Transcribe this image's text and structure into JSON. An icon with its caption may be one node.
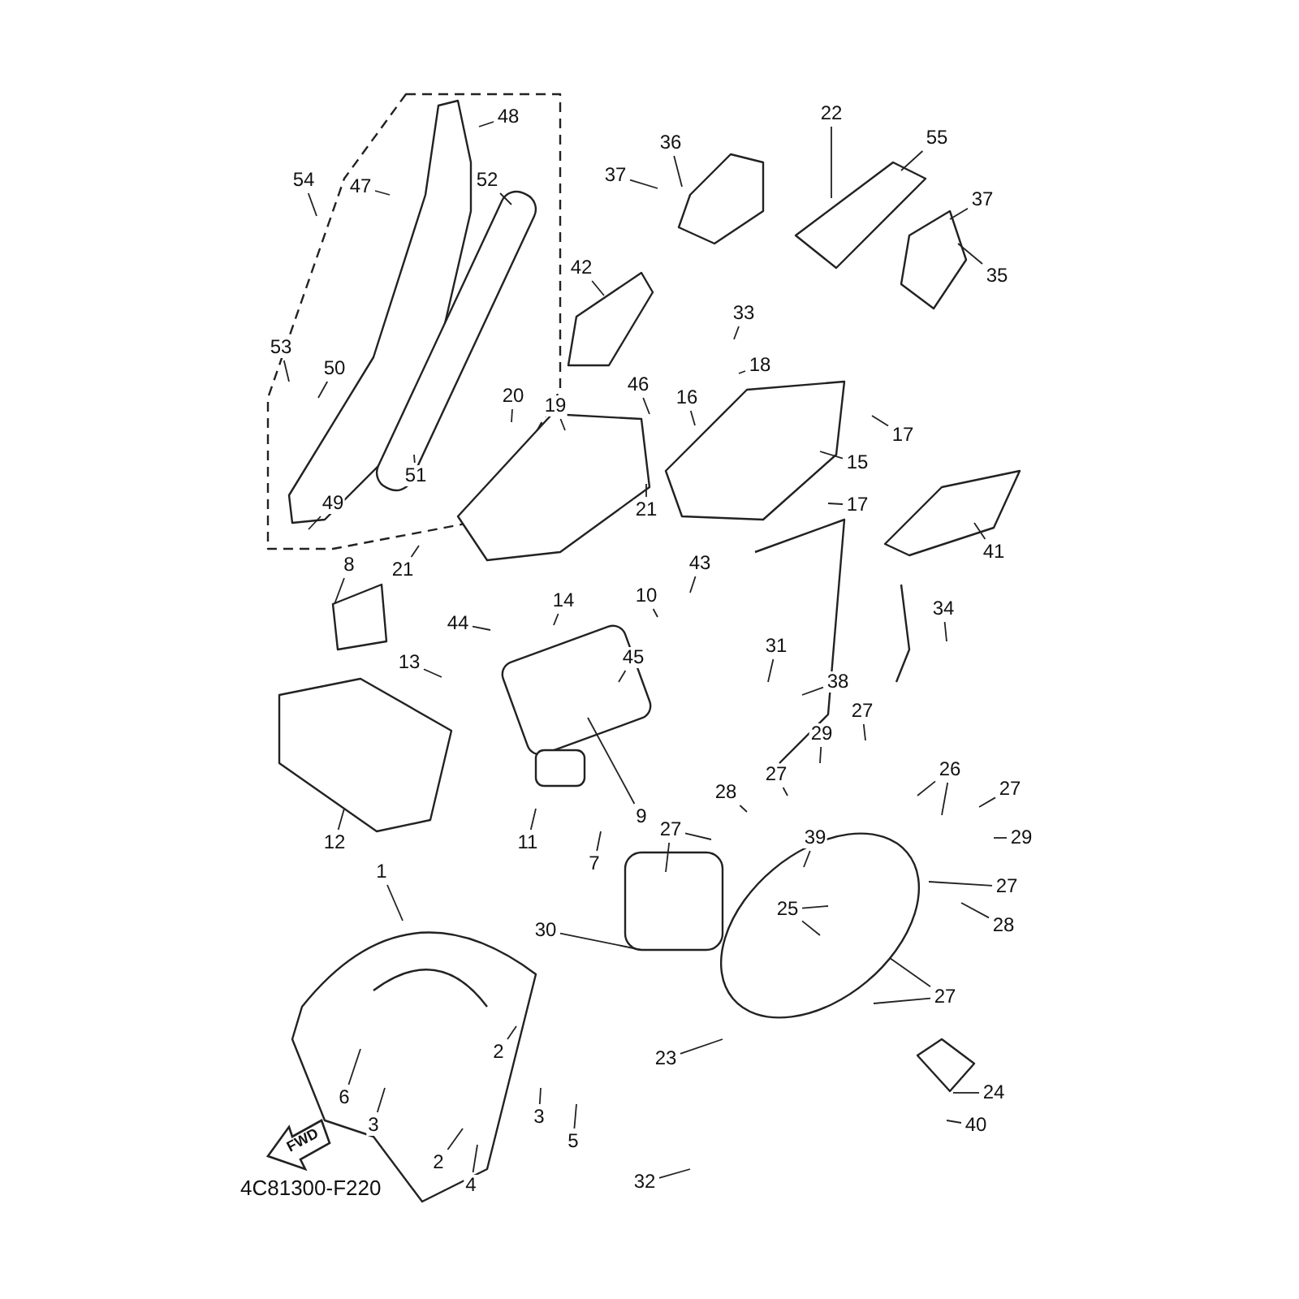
{
  "diagram": {
    "nodes": [
      {
        "text": [
          "1"
        ]
      },
      {
        "text": [
          "2"
        ]
      },
      {
        "text": [
          "2"
        ]
      },
      {
        "text": [
          "3"
        ]
      },
      {
        "text": [
          "3"
        ]
      },
      {
        "text": [
          "4"
        ]
      },
      {
        "text": [
          "5"
        ]
      },
      {
        "text": [
          "6"
        ]
      },
      {
        "text": [
          "7"
        ]
      },
      {
        "text": [
          "8"
        ]
      },
      {
        "text": [
          "9"
        ]
      },
      {
        "text": [
          "10"
        ]
      },
      {
        "text": [
          "11"
        ]
      },
      {
        "text": [
          "12"
        ]
      },
      {
        "text": [
          "13"
        ]
      },
      {
        "text": [
          "14"
        ]
      },
      {
        "text": [
          "15"
        ]
      },
      {
        "text": [
          "16"
        ]
      },
      {
        "text": [
          "17"
        ]
      },
      {
        "text": [
          "17"
        ]
      },
      {
        "text": [
          "18"
        ]
      },
      {
        "text": [
          "19"
        ]
      },
      {
        "text": [
          "20"
        ]
      },
      {
        "text": [
          "21"
        ]
      },
      {
        "text": [
          "21"
        ]
      },
      {
        "text": [
          "22"
        ]
      },
      {
        "text": [
          "23"
        ]
      },
      {
        "text": [
          "24"
        ]
      },
      {
        "text": [
          "25"
        ]
      },
      {
        "text": [
          "26"
        ]
      },
      {
        "text": [
          "27"
        ]
      },
      {
        "text": [
          "27"
        ]
      },
      {
        "text": [
          "27"
        ]
      },
      {
        "text": [
          "27"
        ]
      },
      {
        "text": [
          "27"
        ]
      },
      {
        "text": [
          "27"
        ]
      },
      {
        "text": [
          "28"
        ]
      },
      {
        "text": [
          "28"
        ]
      },
      {
        "text": [
          "29"
        ]
      },
      {
        "text": [
          "29"
        ]
      },
      {
        "text": [
          "30"
        ]
      },
      {
        "text": [
          "31"
        ]
      },
      {
        "text": [
          "32"
        ]
      },
      {
        "text": [
          "33"
        ]
      },
      {
        "text": [
          "34"
        ]
      },
      {
        "text": [
          "35"
        ]
      },
      {
        "text": [
          "36"
        ]
      },
      {
        "text": [
          "37"
        ]
      },
      {
        "text": [
          "37"
        ]
      },
      {
        "text": [
          "38"
        ]
      },
      {
        "text": [
          "39"
        ]
      },
      {
        "text": [
          "40"
        ]
      },
      {
        "text": [
          "41"
        ]
      },
      {
        "text": [
          "42"
        ]
      },
      {
        "text": [
          "43"
        ]
      },
      {
        "text": [
          "44"
        ]
      },
      {
        "text": [
          "45"
        ]
      },
      {
        "text": [
          "46"
        ]
      },
      {
        "text": [
          "47"
        ]
      },
      {
        "text": [
          "48"
        ]
      },
      {
        "text": [
          "49"
        ]
      },
      {
        "text": [
          "50"
        ]
      },
      {
        "text": [
          "51"
        ]
      },
      {
        "text": [
          "52"
        ]
      },
      {
        "text": [
          "53"
        ]
      },
      {
        "text": [
          "54"
        ]
      },
      {
        "text": [
          "55"
        ]
      }
    ],
    "edges": [
      {
        "from": 0,
        "to": null,
        "arrow": "none"
      },
      {
        "from": 1,
        "to": null,
        "arrow": "none"
      },
      {
        "from": 2,
        "to": null,
        "arrow": "none"
      },
      {
        "from": 3,
        "to": null,
        "arrow": "none"
      },
      {
        "from": 4,
        "to": null,
        "arrow": "none"
      },
      {
        "from": 5,
        "to": null,
        "arrow": "none"
      },
      {
        "from": 6,
        "to": null,
        "arrow": "none"
      },
      {
        "from": 7,
        "to": null,
        "arrow": "none"
      },
      {
        "from": 8,
        "to": null,
        "arrow": "none"
      },
      {
        "from": 9,
        "to": null,
        "arrow": "none"
      },
      {
        "from": 10,
        "to": null,
        "arrow": "none"
      },
      {
        "from": 11,
        "to": null,
        "arrow": "none"
      },
      {
        "from": 12,
        "to": null,
        "arrow": "none"
      },
      {
        "from": 13,
        "to": null,
        "arrow": "none"
      },
      {
        "from": 14,
        "to": null,
        "arrow": "none"
      },
      {
        "from": 15,
        "to": null,
        "arrow": "none"
      },
      {
        "from": 16,
        "to": null,
        "arrow": "none"
      },
      {
        "from": 17,
        "to": null,
        "arrow": "none"
      },
      {
        "from": 18,
        "to": null,
        "arrow": "none"
      },
      {
        "from": 19,
        "to": null,
        "arrow": "none"
      },
      {
        "from": 20,
        "to": null,
        "arrow": "none"
      },
      {
        "from": 21,
        "to": null,
        "arrow": "none"
      },
      {
        "from": 22,
        "to": null,
        "arrow": "none"
      },
      {
        "from": 23,
        "to": null,
        "arrow": "none"
      },
      {
        "from": 24,
        "to": null,
        "arrow": "none"
      },
      {
        "from": 25,
        "to": null,
        "arrow": "none"
      },
      {
        "from": 26,
        "to": null,
        "arrow": "none"
      },
      {
        "from": 27,
        "to": null,
        "arrow": "none"
      },
      {
        "from": 28,
        "to": null,
        "arrow": "none"
      },
      {
        "from": 28,
        "to": null,
        "arrow": "none"
      },
      {
        "from": 29,
        "to": null,
        "arrow": "none"
      },
      {
        "from": 29,
        "to": null,
        "arrow": "none"
      },
      {
        "from": 30,
        "to": null,
        "arrow": "none"
      },
      {
        "from": 31,
        "to": null,
        "arrow": "none"
      },
      {
        "from": 32,
        "to": null,
        "arrow": "none"
      },
      {
        "from": 32,
        "to": null,
        "arrow": "none"
      },
      {
        "from": 33,
        "to": null,
        "arrow": "none"
      },
      {
        "from": 34,
        "to": null,
        "arrow": "none"
      },
      {
        "from": 35,
        "to": null,
        "arrow": "none"
      },
      {
        "from": 35,
        "to": null,
        "arrow": "none"
      },
      {
        "from": 36,
        "to": null,
        "arrow": "none"
      },
      {
        "from": 37,
        "to": null,
        "arrow": "none"
      },
      {
        "from": 38,
        "to": null,
        "arrow": "none"
      },
      {
        "from": 39,
        "to": null,
        "arrow": "none"
      },
      {
        "from": 40,
        "to": null,
        "arrow": "none"
      },
      {
        "from": 41,
        "to": null,
        "arrow": "none"
      },
      {
        "from": 42,
        "to": null,
        "arrow": "none"
      },
      {
        "from": 43,
        "to": null,
        "arrow": "none"
      },
      {
        "from": 44,
        "to": null,
        "arrow": "none"
      },
      {
        "from": 45,
        "to": null,
        "arrow": "none"
      },
      {
        "from": 46,
        "to": null,
        "arrow": "none"
      },
      {
        "from": 47,
        "to": null,
        "arrow": "none"
      },
      {
        "from": 48,
        "to": null,
        "arrow": "none"
      },
      {
        "from": 49,
        "to": null,
        "arrow": "none"
      },
      {
        "from": 50,
        "to": null,
        "arrow": "none"
      },
      {
        "from": 51,
        "to": null,
        "arrow": "none"
      },
      {
        "from": 52,
        "to": null,
        "arrow": "none"
      },
      {
        "from": 53,
        "to": null,
        "arrow": "none"
      },
      {
        "from": 54,
        "to": null,
        "arrow": "none"
      },
      {
        "from": 55,
        "to": null,
        "arrow": "none"
      },
      {
        "from": 56,
        "to": null,
        "arrow": "none"
      },
      {
        "from": 57,
        "to": null,
        "arrow": "none"
      },
      {
        "from": 58,
        "to": null,
        "arrow": "none"
      },
      {
        "from": 59,
        "to": null,
        "arrow": "none"
      },
      {
        "from": 60,
        "to": null,
        "arrow": "none"
      },
      {
        "from": 61,
        "to": null,
        "arrow": "none"
      },
      {
        "from": 62,
        "to": null,
        "arrow": "none"
      },
      {
        "from": 63,
        "to": null,
        "arrow": "none"
      },
      {
        "from": 64,
        "to": null,
        "arrow": "none"
      },
      {
        "from": 65,
        "to": null,
        "arrow": "none"
      },
      {
        "from": 66,
        "to": null,
        "arrow": "none"
      }
    ],
    "labels": [
      "FWD",
      "4C81300-F220"
    ]
  }
}
